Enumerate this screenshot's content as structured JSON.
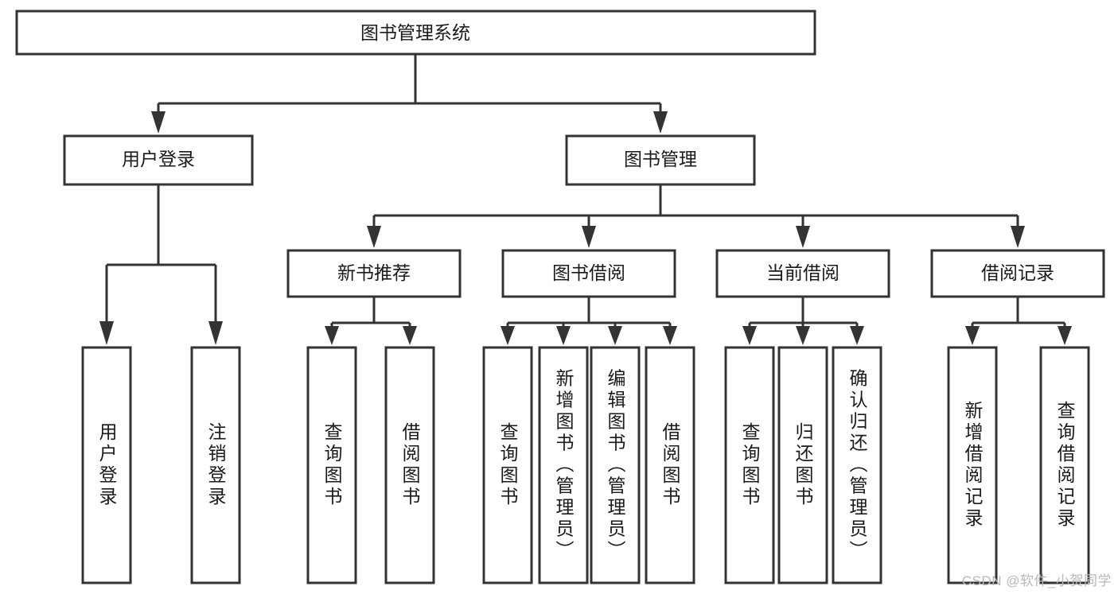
{
  "diagram": {
    "title": "图书管理系统",
    "type": "tree",
    "watermark": "CSDN @软件_小贺同学",
    "root": {
      "id": "root",
      "label": "图书管理系统"
    },
    "level2": [
      {
        "id": "user-login",
        "label": "用户登录"
      },
      {
        "id": "book-management",
        "label": "图书管理"
      }
    ],
    "level3": [
      {
        "id": "new-book-recommend",
        "label": "新书推荐",
        "parent": "book-management"
      },
      {
        "id": "book-borrow",
        "label": "图书借阅",
        "parent": "book-management"
      },
      {
        "id": "current-borrow",
        "label": "当前借阅",
        "parent": "book-management"
      },
      {
        "id": "borrow-record",
        "label": "借阅记录",
        "parent": "book-management"
      }
    ],
    "leaves": [
      {
        "id": "leaf-user-login",
        "label": "用户登录",
        "parent": "user-login"
      },
      {
        "id": "leaf-logout-login",
        "label": "注销登录",
        "parent": "user-login"
      },
      {
        "id": "leaf-query-book-1",
        "label": "查询图书",
        "parent": "new-book-recommend"
      },
      {
        "id": "leaf-borrow-book-1",
        "label": "借阅图书",
        "parent": "new-book-recommend"
      },
      {
        "id": "leaf-query-book-2",
        "label": "查询图书",
        "parent": "book-borrow"
      },
      {
        "id": "leaf-add-book",
        "label": "新增图书（管理员）",
        "parent": "book-borrow"
      },
      {
        "id": "leaf-edit-book",
        "label": "编辑图书（管理员）",
        "parent": "book-borrow"
      },
      {
        "id": "leaf-borrow-book-2",
        "label": "借阅图书",
        "parent": "book-borrow"
      },
      {
        "id": "leaf-query-book-3",
        "label": "查询图书",
        "parent": "current-borrow"
      },
      {
        "id": "leaf-return-book",
        "label": "归还图书",
        "parent": "current-borrow"
      },
      {
        "id": "leaf-confirm-return",
        "label": "确认归还（管理员）",
        "parent": "current-borrow"
      },
      {
        "id": "leaf-add-record",
        "label": "新增借阅记录",
        "parent": "borrow-record"
      },
      {
        "id": "leaf-query-record",
        "label": "查询借阅记录",
        "parent": "borrow-record"
      }
    ],
    "colors": {
      "box_stroke": "#333333",
      "box_fill": "#ffffff",
      "text": "#1a1a1a",
      "background": "#ffffff",
      "watermark": "#b8b8b8"
    }
  }
}
